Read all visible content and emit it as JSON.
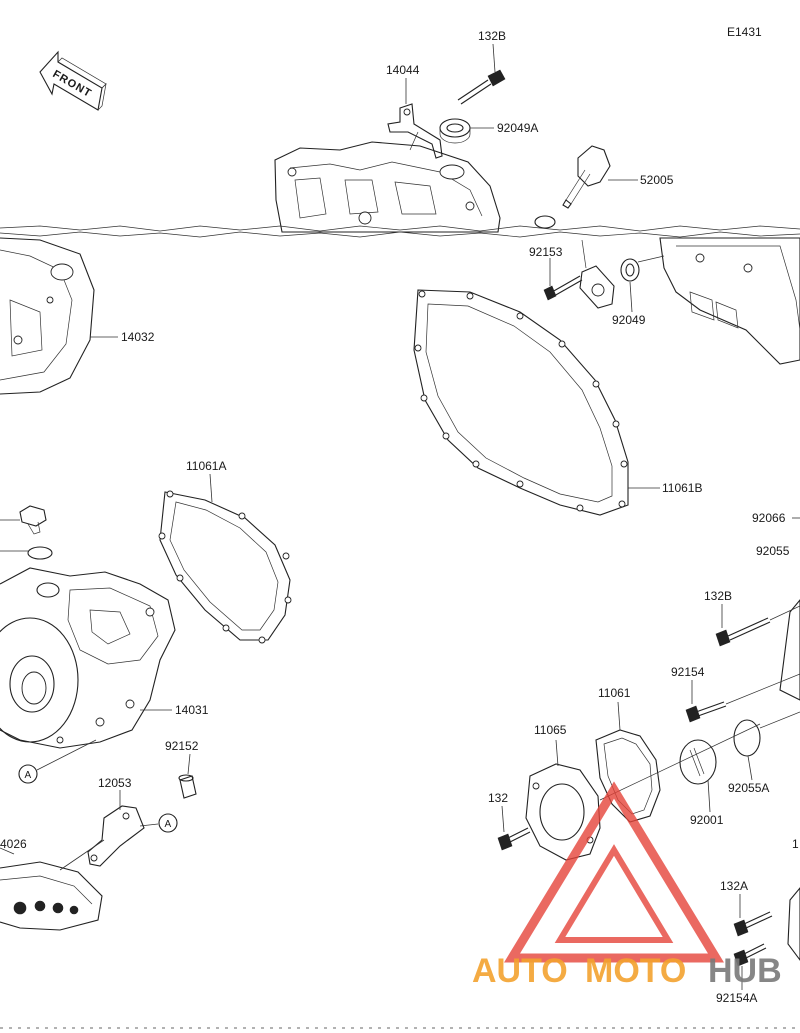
{
  "diagram": {
    "code": "E1431",
    "front_label": "FRONT",
    "callout_a": "A",
    "watermark": {
      "auto": "AUTO",
      "moto": "MOTO",
      "hub": "HUB"
    },
    "labels": {
      "p132B_top": "132B",
      "p14044": "14044",
      "p92049A": "92049A",
      "p52005": "52005",
      "p92153": "92153",
      "p92049": "92049",
      "p14032": "14032",
      "p11061B": "11061B",
      "p11061A": "11061A",
      "p92066": "92066",
      "p92055": "92055",
      "p132B_right": "132B",
      "p92154": "92154",
      "p11061": "11061",
      "p11065": "11065",
      "p132": "132",
      "p92055A": "92055A",
      "p92001": "92001",
      "p14031": "14031",
      "p92152": "92152",
      "p12053": "12053",
      "p14026": "4026",
      "p132A": "132A",
      "p92154A": "92154A",
      "p_edge": "1"
    }
  }
}
